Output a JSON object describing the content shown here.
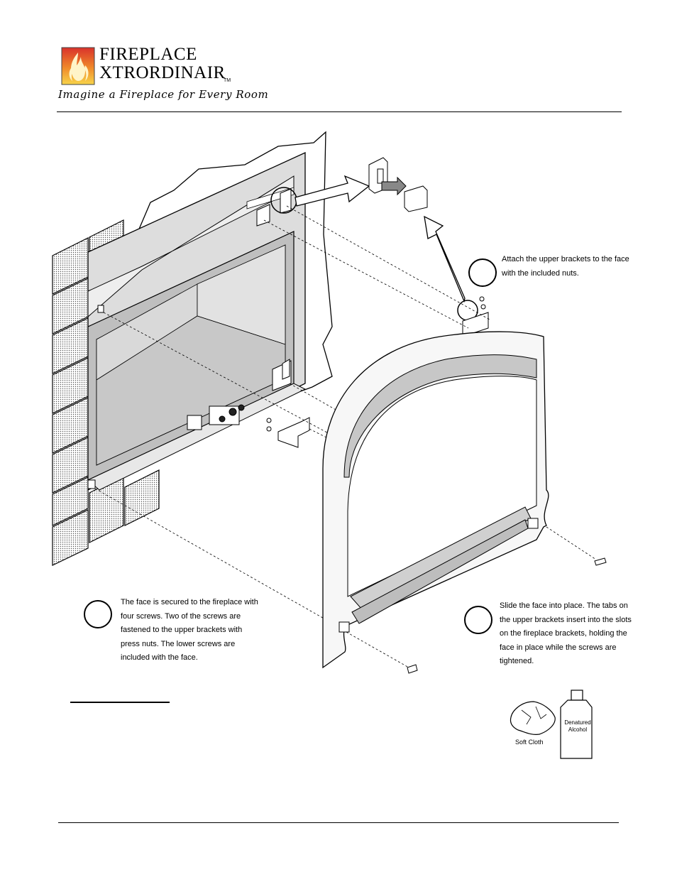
{
  "header": {
    "brand_line1": "FIREPLACE",
    "brand_line2": "XTRORDINAIR",
    "trademark": "TM",
    "tagline": "Imagine a Fireplace for Every Room"
  },
  "callouts": {
    "attach_upper_brackets": "Attach the upper brackets to the face with the included nuts.",
    "secure_face": "The face is secured to the fireplace with four screws.  Two of the screws are fastened to the upper brackets with press nuts.  The lower screws are included with the face.",
    "slide_face": "Slide the face into place.  The tabs on the upper brackets insert into the slots on the fireplace brackets, holding the face in place while the screws are tightened."
  },
  "supplies": {
    "cloth_label": "Soft Cloth",
    "bottle_label": "Denatured Alcohol"
  }
}
